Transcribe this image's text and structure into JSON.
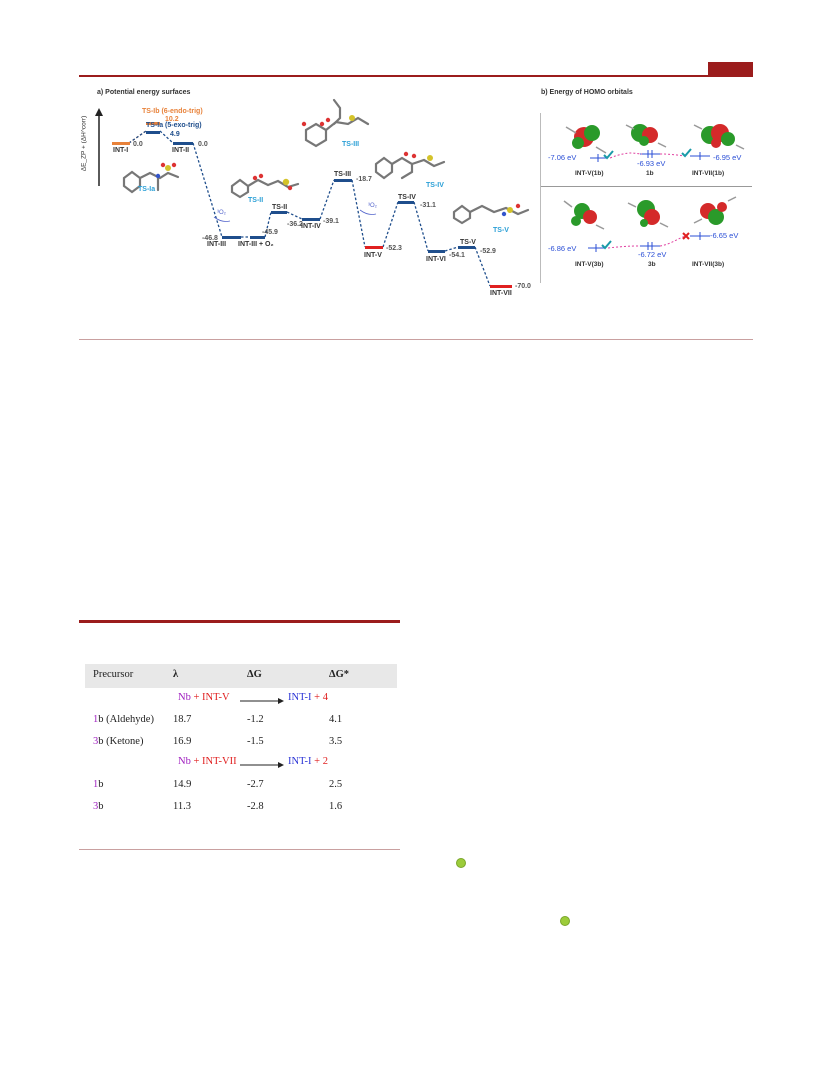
{
  "panel_a_title": "a) Potential energy surfaces",
  "panel_b_title": "b) Energy of HOMO orbitals",
  "y_axis_label": "ΔE_ZP + (ΔH^corr)",
  "pes": {
    "INT_I": {
      "label": "INT-I",
      "value": "0.0"
    },
    "TS_Ia": {
      "label": "TS-Ia (5-exo-trig)",
      "value": "4.9"
    },
    "TS_Ib": {
      "label": "TS-Ib (6-endo-trig)",
      "value": "10.2"
    },
    "INT_II": {
      "label": "INT-II",
      "value": "0.0"
    },
    "INT_III": {
      "label": "INT-III",
      "value": "-46.8"
    },
    "INT_III_O2": {
      "label": "INT-III + O₂",
      "value": "-45.9"
    },
    "TS_II": {
      "label": "TS-II",
      "value": "-36.2"
    },
    "INT_IV": {
      "label": "INT-IV",
      "value": "-39.1"
    },
    "TS_III": {
      "label": "TS-III",
      "value": "-18.7"
    },
    "INT_V": {
      "label": "INT-V",
      "value": "-52.3"
    },
    "TS_IV": {
      "label": "TS-IV",
      "value": "-31.1"
    },
    "INT_VI": {
      "label": "INT-VI",
      "value": "-54.1"
    },
    "TS_V": {
      "label": "TS-V",
      "value": "-52.9"
    },
    "INT_VII": {
      "label": "INT-VII",
      "value": "-70.0"
    },
    "o2_1": "³O₂",
    "o2_2": "³O₂",
    "mol_labels": {
      "ts_ia": "TS-Ia",
      "ts_ii": "TS-II",
      "ts_iii": "TS-III",
      "ts_iv": "TS-IV",
      "ts_v": "TS-V"
    }
  },
  "homo": {
    "row1": {
      "left": {
        "label": "INT-V(1b)",
        "ev": "-7.06 eV"
      },
      "mid": {
        "label": "1b",
        "ev": "-6.93 eV"
      },
      "right": {
        "label": "INT-VII(1b)",
        "ev": "-6.95 eV"
      }
    },
    "row2": {
      "left": {
        "label": "INT-V(3b)",
        "ev": "-6.86 eV"
      },
      "mid": {
        "label": "3b",
        "ev": "-6.72 eV"
      },
      "right": {
        "label": "INT-VII(3b)",
        "ev": "-6.65 eV"
      }
    }
  },
  "table": {
    "headers": [
      "Precursor",
      "λ",
      "ΔG",
      "ΔG*"
    ],
    "reaction1": {
      "nb": "Nb",
      "plus1": " + ",
      "int": "INT-V",
      "prod": "INT-I",
      "plus2": " + ",
      "num": "4"
    },
    "rows1": [
      {
        "prefix": "1",
        "rest": "b (Aldehyde)",
        "lambda": "18.7",
        "dg": "-1.2",
        "dgs": "4.1"
      },
      {
        "prefix": "3",
        "rest": "b (Ketone)",
        "lambda": "16.9",
        "dg": "-1.5",
        "dgs": "3.5"
      }
    ],
    "reaction2": {
      "nb": "Nb",
      "plus1": " + ",
      "int": "INT-VII",
      "prod": "INT-I",
      "plus2": " + ",
      "num": "2"
    },
    "rows2": [
      {
        "prefix": "1",
        "rest": "b",
        "lambda": "14.9",
        "dg": "-2.7",
        "dgs": "2.5"
      },
      {
        "prefix": "3",
        "rest": "b",
        "lambda": "11.3",
        "dg": "-2.8",
        "dgs": "1.6"
      }
    ]
  },
  "colors": {
    "accent": "#9b1c1c",
    "blue": "#1f4e8c",
    "orange": "#e8823a",
    "red": "#e02020",
    "cyan": "#2a9fd6",
    "purple": "#a020c0"
  }
}
